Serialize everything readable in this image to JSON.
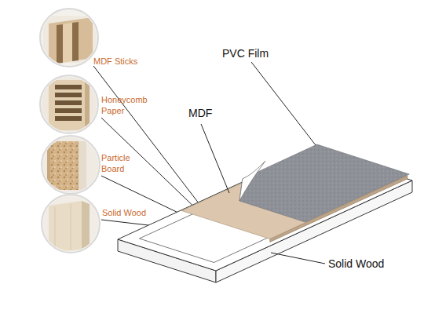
{
  "diagram": {
    "labels": [
      "MDF Sticks",
      "Honeycomb Paper",
      "Particle Board",
      "Solid Wood",
      "PVC Film",
      "MDF",
      "Solid Wood"
    ]
  }
}
